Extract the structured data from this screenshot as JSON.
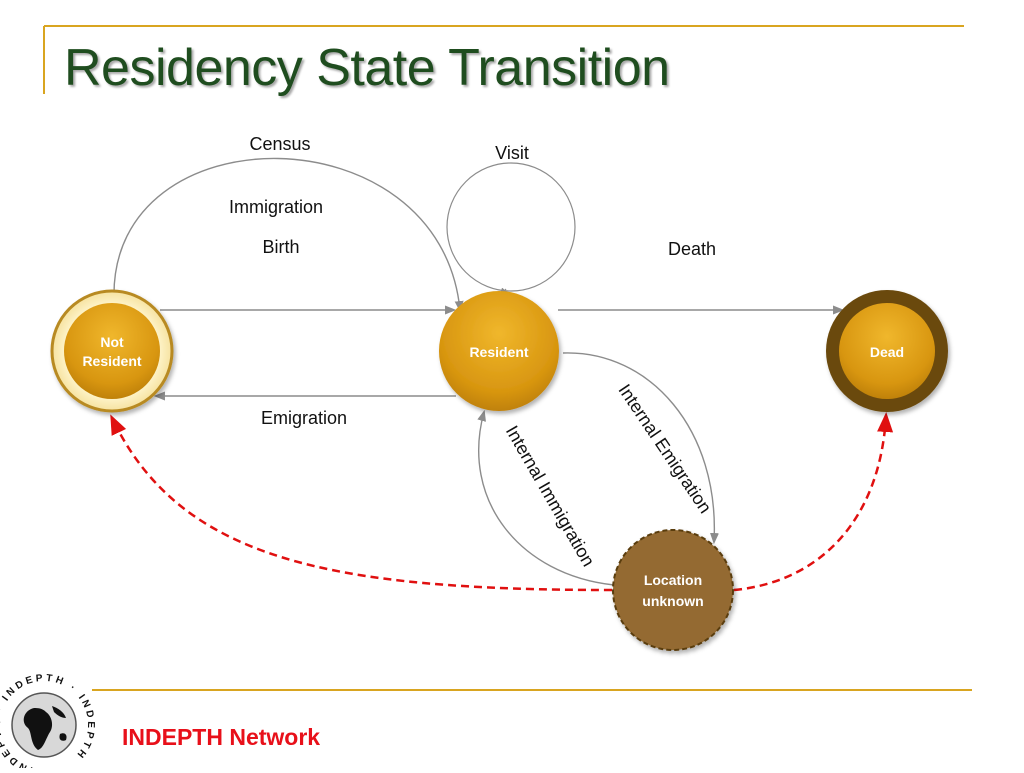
{
  "slide": {
    "title": "Residency State Transition",
    "footer": "INDEPTH Network"
  },
  "logo": {
    "ring_text": "INDEPTH · INDEPTH · INDEPTH"
  },
  "nodes": {
    "not_resident": {
      "line1": "Not",
      "line2": "Resident"
    },
    "resident": {
      "label": "Resident"
    },
    "dead": {
      "label": "Dead"
    },
    "location_unknown": {
      "line1": "Location",
      "line2": "unknown"
    }
  },
  "transitions": {
    "census": "Census",
    "immigration": "Immigration",
    "birth": "Birth",
    "visit": "Visit",
    "death": "Death",
    "emigration": "Emigration",
    "internal_emigration": "Internal Emigration",
    "internal_immigration": "Internal Immigration"
  },
  "colors": {
    "title": "#1f4d1f",
    "accent_line": "#d9a520",
    "node_gold": "#d89a10",
    "dead_ring": "#6b4a0c",
    "unknown_brown": "#946b32",
    "dashed_red": "#e01010",
    "footer_red": "#e8101a"
  }
}
